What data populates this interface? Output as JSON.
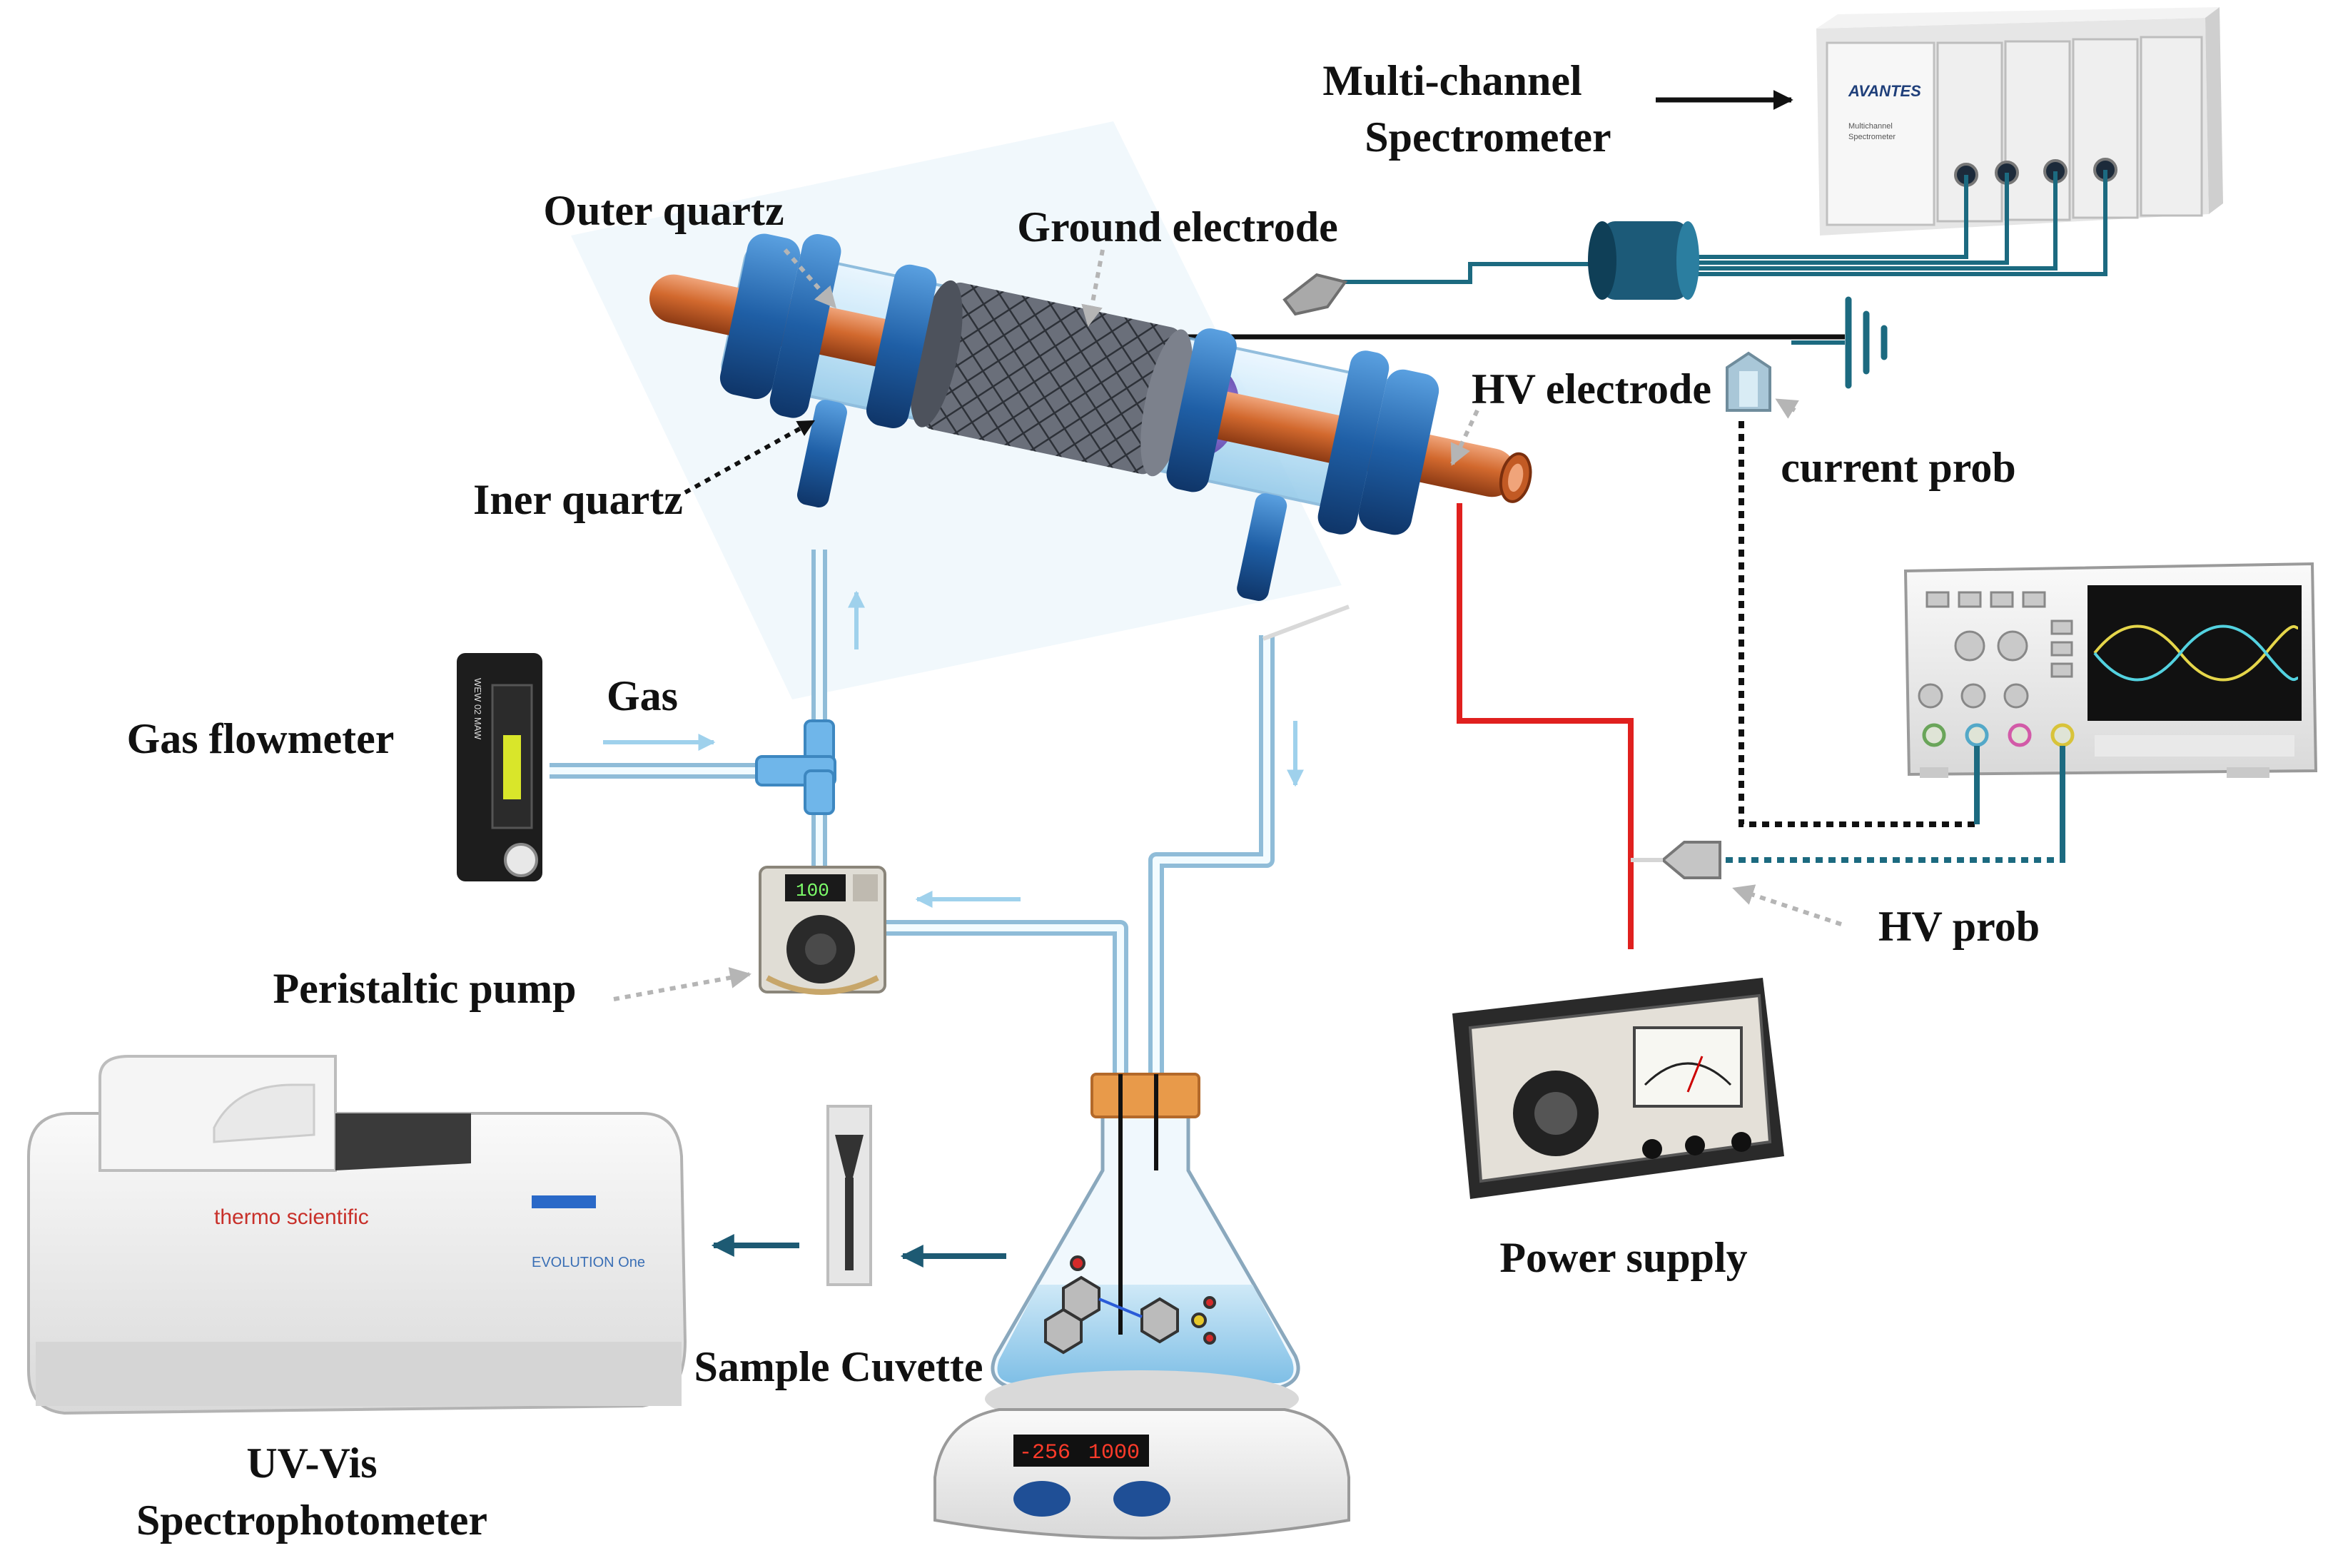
{
  "labels": {
    "multichannel_line1": "Multi-channel",
    "multichannel_line2": "Spectrometer",
    "outer_quartz": "Outer quartz",
    "ground_electrode": "Ground electrode",
    "hv_electrode": "HV electrode",
    "current_prob": "current prob",
    "iner_quartz": "Iner quartz",
    "gas": "Gas",
    "gas_flowmeter": "Gas flowmeter",
    "peristaltic_pump": "Peristaltic pump",
    "hv_prob": "HV prob",
    "power_supply": "Power supply",
    "sample_cuvette": "Sample Cuvette",
    "uvvis_line1": "UV-Vis",
    "uvvis_line2": "Spectrophotometer"
  },
  "device_text": {
    "avantes_brand": "AVANTES",
    "avantes_model_line1": "Multichannel",
    "avantes_model_line2": "Spectrometer",
    "flowmeter_brand": "WEW 02 MAW",
    "thermo_brand": "thermo scientific",
    "evolution_model": "EVOLUTION One",
    "stirrer_temp": "-256",
    "stirrer_speed": "1000",
    "pump_display": "100"
  },
  "colors": {
    "copper": "#d2692e",
    "blue_fitting": "#1f5fa6",
    "plasma": "#b58cf0",
    "hv_wire": "#e0201e",
    "spectro_wire": "#1c6a80",
    "tube": "#9cc4e0",
    "arrow_dark": "#1d5a73",
    "arrow_light": "#9fd1ec"
  }
}
